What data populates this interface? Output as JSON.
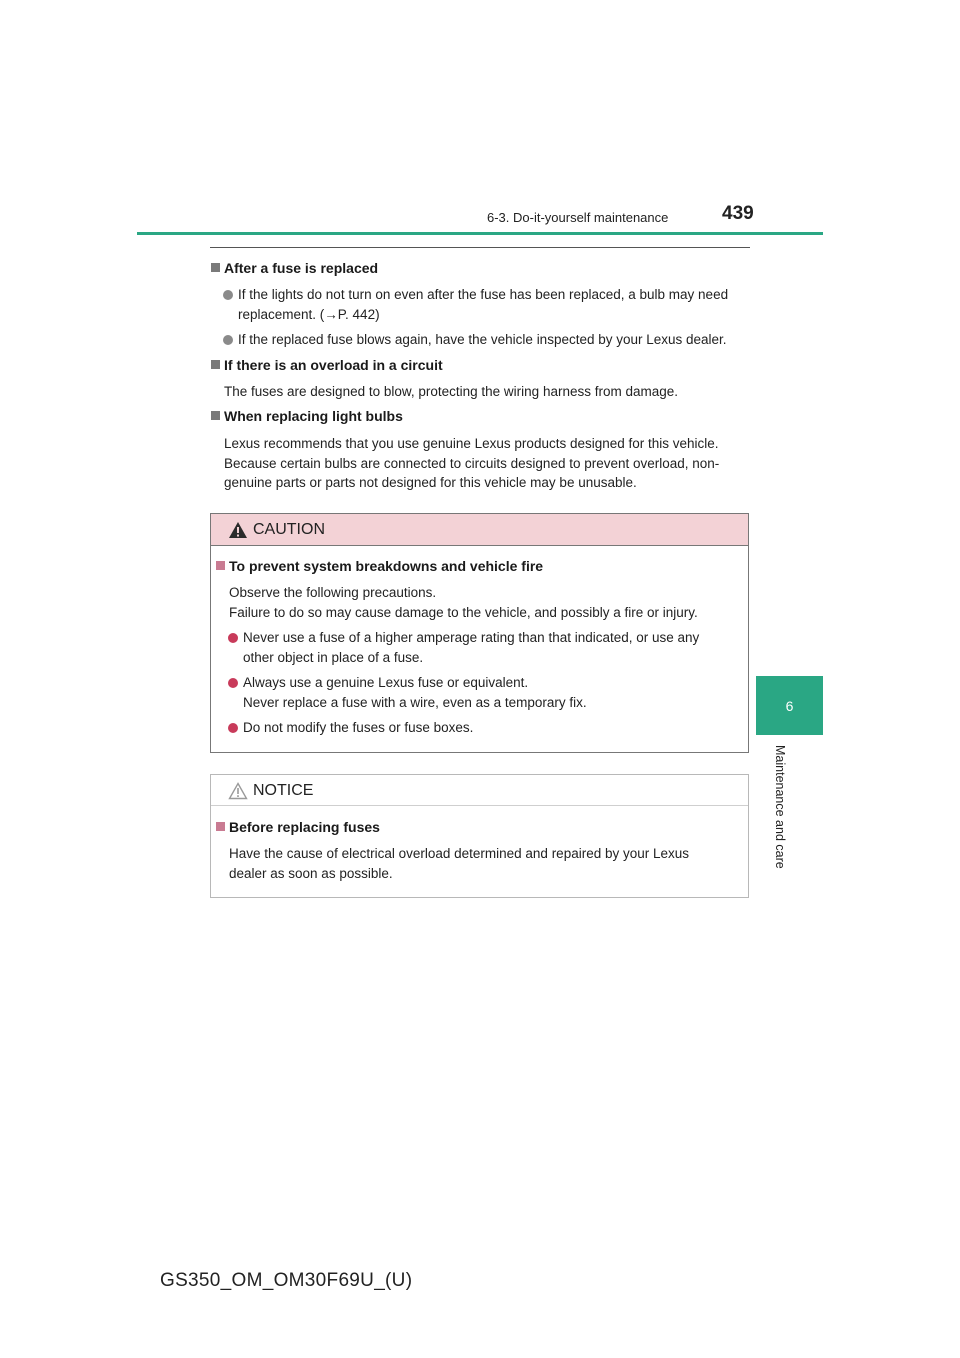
{
  "header": {
    "section": "6-3. Do-it-yourself maintenance",
    "page_number": "439"
  },
  "side_tab": {
    "number": "6",
    "label": "Maintenance and care"
  },
  "sections": [
    {
      "heading": "After a fuse is replaced",
      "bullets": [
        {
          "line1": "If the lights do not turn on even after the fuse has been replaced, a bulb may need",
          "line2": "replacement. (→P. 442)"
        },
        {
          "line1": "If the replaced fuse blows again, have the vehicle inspected by your Lexus dealer."
        }
      ]
    },
    {
      "heading": "If there is an overload in a circuit",
      "text": "The fuses are designed to blow, protecting the wiring harness from damage."
    },
    {
      "heading": "When replacing light bulbs",
      "lines": [
        "Lexus recommends that you use genuine Lexus products designed for this vehicle.",
        "Because certain bulbs are connected to circuits designed to prevent overload, non-",
        "genuine parts or parts not designed for this vehicle may be unusable."
      ]
    }
  ],
  "caution": {
    "title": "CAUTION",
    "heading": "To prevent system breakdowns and vehicle fire",
    "lines": [
      "Observe the following precautions.",
      "Failure to do so may cause damage to the vehicle, and possibly a fire or injury."
    ],
    "bullets": [
      {
        "line1": "Never use a fuse of a higher amperage rating than that indicated, or use any",
        "line2": "other object in place of a fuse."
      },
      {
        "line1": "Always use a genuine Lexus fuse or equivalent.",
        "line2": "Never replace a fuse with a wire, even as a temporary fix."
      },
      {
        "line1": "Do not modify the fuses or fuse boxes."
      }
    ]
  },
  "notice": {
    "title": "NOTICE",
    "heading": "Before replacing fuses",
    "lines": [
      "Have the cause of electrical overload determined and repaired by your Lexus",
      "dealer as soon as possible."
    ]
  },
  "footer": {
    "code": "GS350_OM_OM30F69U_(U)"
  },
  "colors": {
    "accent_green": "#2aa784",
    "caution_fill": "#f3d2d6",
    "caution_bullet": "#c83a5a"
  }
}
